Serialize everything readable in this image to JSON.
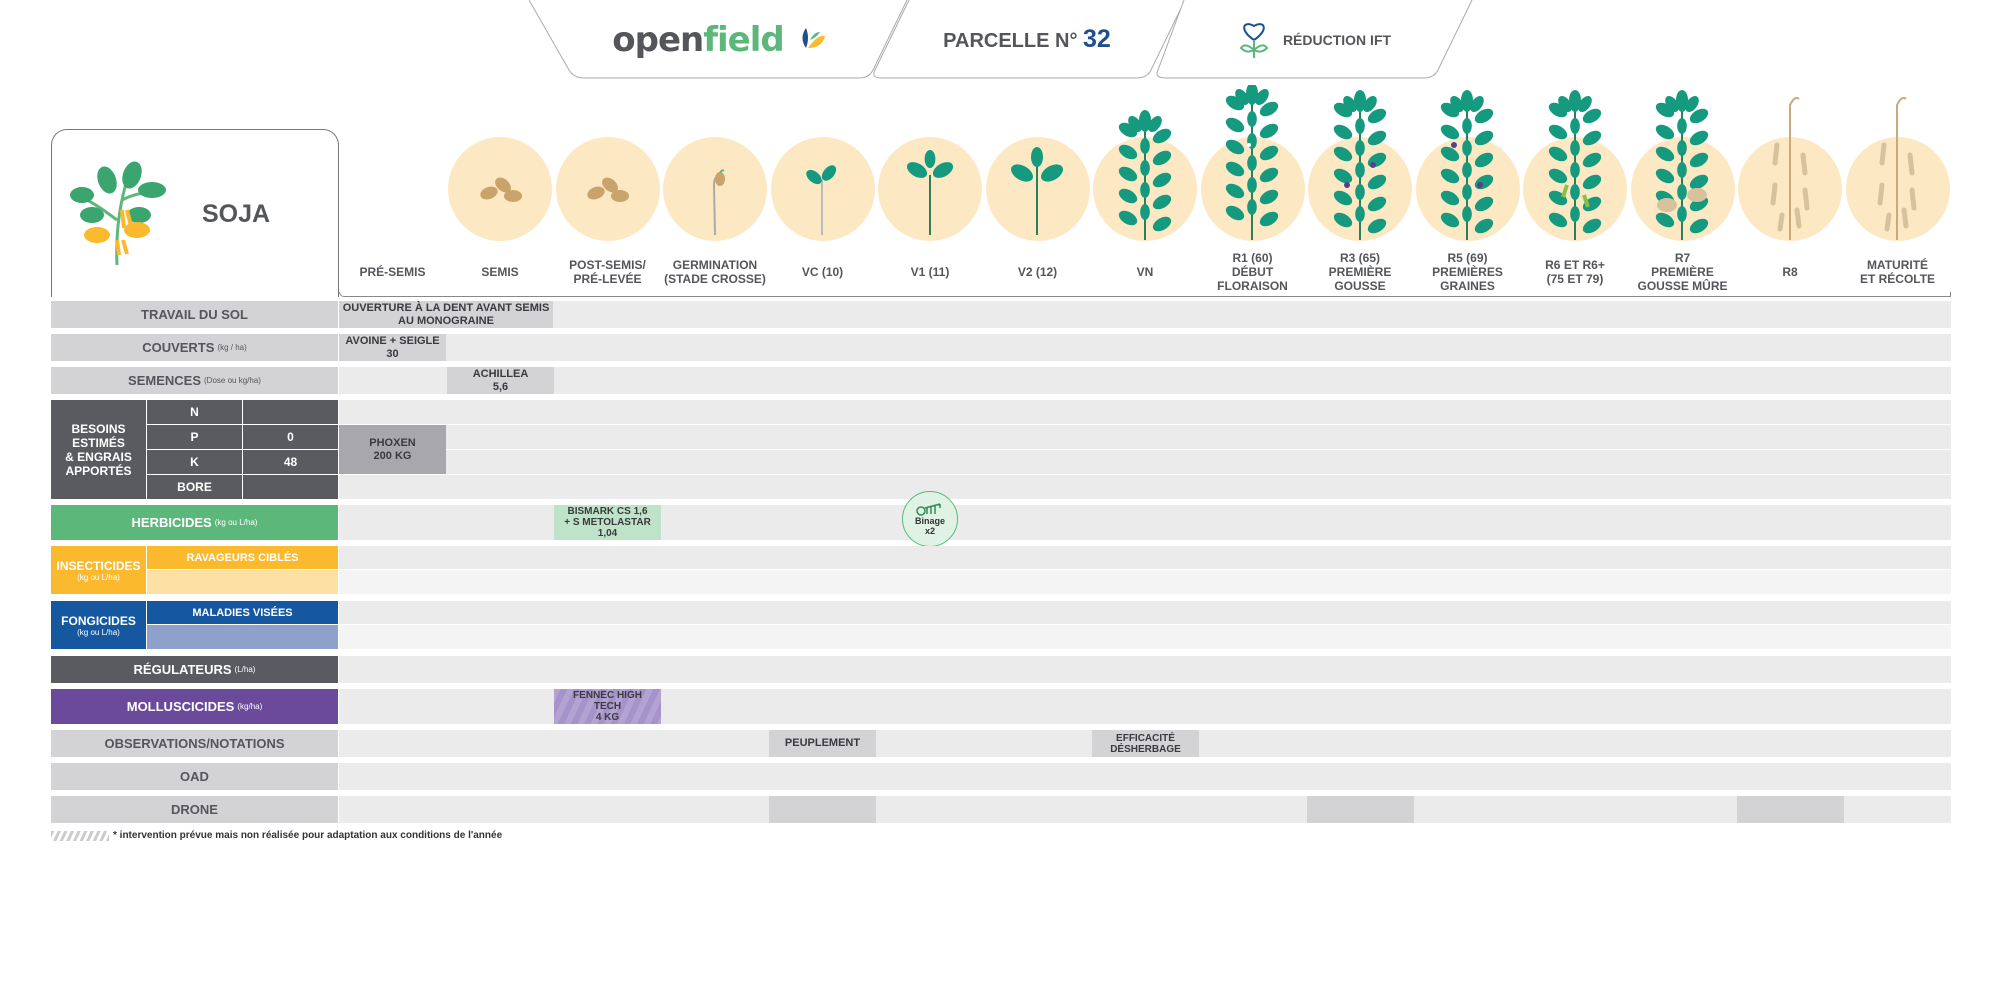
{
  "header": {
    "logo_a": "open",
    "logo_b": "field",
    "parcelle_label": "PARCELLE N°",
    "parcelle_number": "32",
    "reduction": "RÉDUCTION IFT"
  },
  "crop": {
    "name": "SOJA"
  },
  "stages": [
    {
      "label": "PRÉ-SEMIS",
      "plant": "none"
    },
    {
      "label": "SEMIS",
      "plant": "seeds"
    },
    {
      "label": "POST-SEMIS/\nPRÉ-LEVÉE",
      "plant": "seeds"
    },
    {
      "label": "GERMINATION\n(STADE CROSSE)",
      "plant": "germ"
    },
    {
      "label": "VC (10)",
      "plant": "vc"
    },
    {
      "label": "V1 (11)",
      "plant": "v1"
    },
    {
      "label": "V2 (12)",
      "plant": "v2"
    },
    {
      "label": "VN",
      "plant": "vn"
    },
    {
      "label": "R1 (60)\nDÉBUT\nFLORAISON",
      "plant": "r1"
    },
    {
      "label": "R3 (65)\nPREMIÈRE\nGOUSSE",
      "plant": "r3"
    },
    {
      "label": "R5 (69)\nPREMIÈRES\nGRAINES",
      "plant": "r5"
    },
    {
      "label": "R6 ET R6+\n(75 ET 79)",
      "plant": "r6"
    },
    {
      "label": "R7\nPREMIÈRE\nGOUSSE MÛRE",
      "plant": "r7"
    },
    {
      "label": "R8",
      "plant": "r8"
    },
    {
      "label": "MATURITÉ\nET RÉCOLTE",
      "plant": "r8"
    }
  ],
  "rows": {
    "travail": {
      "label": "TRAVAIL DU SOL",
      "cell": "OUVERTURE À LA DENT AVANT SEMIS\nAU MONOGRAINE"
    },
    "couverts": {
      "label": "COUVERTS",
      "unit": "(kg / ha)",
      "cell": "AVOINE + SEIGLE\n30"
    },
    "semences": {
      "label": "SEMENCES",
      "unit": "(Dose ou kg/ha)",
      "cell": "ACHILLEA\n5,6"
    },
    "besoins": {
      "label": "BESOINS\nESTIMÉS\n& ENGRAIS\nAPPORTÉS",
      "n": "N",
      "p": "P",
      "p_val": "0",
      "k": "K",
      "k_val": "48",
      "bore": "BORE",
      "cell": "PHOXEN\n200 KG"
    },
    "herbicides": {
      "label": "HERBICIDES",
      "unit": "(kg ou L/ha)",
      "cell": "BISMARK CS 1,6\n+ S METOLASTAR\n1,04",
      "binage": "Binage\nx2"
    },
    "insecticides": {
      "label": "INSECTICIDES",
      "unit": "(kg ou L/ha)",
      "sub": "RAVAGEURS CIBLÉS"
    },
    "fongicides": {
      "label": "FONGICIDES",
      "unit": "(kg ou L/ha)",
      "sub": "MALADIES VISÉES"
    },
    "regulateurs": {
      "label": "RÉGULATEURS",
      "unit": "(L/ha)"
    },
    "molluscicides": {
      "label": "MOLLUSCICIDES",
      "unit": "(kg/ha)",
      "cell": "FENNEC HIGH\nTECH\n4 KG"
    },
    "observations": {
      "label": "OBSERVATIONS/NOTATIONS",
      "cell1": "PEUPLEMENT",
      "cell2": "EFFICACITÉ\nDÉSHERBAGE"
    },
    "oad": {
      "label": "OAD"
    },
    "drone": {
      "label": "DRONE"
    }
  },
  "footnote": "* intervention prévue mais non réalisée pour adaptation aux conditions de l'année",
  "colors": {
    "herb": "#5cb87a",
    "insect": "#fbb92e",
    "insect_light": "#fde0a3",
    "fong": "#1558a0",
    "fong_light": "#8fa0cc",
    "mollusc": "#6b4a9b",
    "dark": "#5a5b60",
    "leaf": "#159a7f",
    "circle": "#fde8c4"
  }
}
